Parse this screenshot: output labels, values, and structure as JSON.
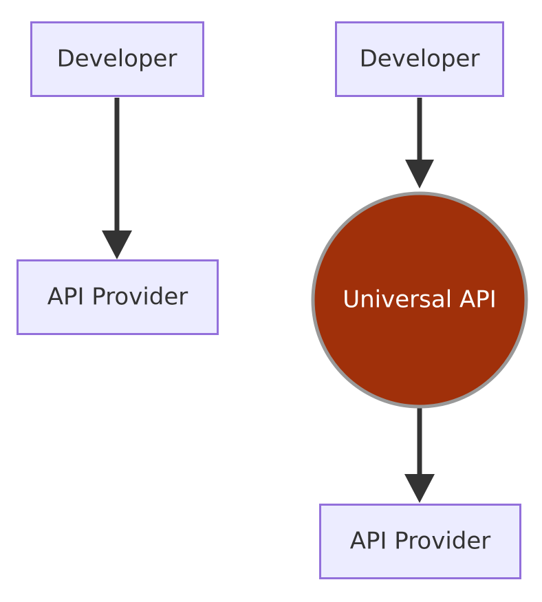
{
  "diagram": {
    "type": "flowchart",
    "title": "",
    "background_color": "#ffffff",
    "colors": {
      "box_fill": "#ececff",
      "box_stroke": "#9370db",
      "box_text": "#333333",
      "circle_fill": "#a0300a",
      "circle_stroke": "#999999",
      "circle_text": "#ffffff",
      "edge": "#333333"
    },
    "left_flow": {
      "name": "direct-integration-flow",
      "nodes": [
        {
          "id": "left-developer",
          "label": "Developer",
          "shape": "rect"
        },
        {
          "id": "left-api-provider",
          "label": "API Provider",
          "shape": "rect"
        }
      ],
      "edges": [
        {
          "from": "left-developer",
          "to": "left-api-provider",
          "label": ""
        }
      ]
    },
    "right_flow": {
      "name": "universal-api-flow",
      "nodes": [
        {
          "id": "right-developer",
          "label": "Developer",
          "shape": "rect"
        },
        {
          "id": "universal-api",
          "label": "Universal API",
          "shape": "circle"
        },
        {
          "id": "right-api-provider",
          "label": "API Provider",
          "shape": "rect"
        }
      ],
      "edges": [
        {
          "from": "right-developer",
          "to": "universal-api",
          "label": ""
        },
        {
          "from": "universal-api",
          "to": "right-api-provider",
          "label": ""
        }
      ]
    }
  }
}
